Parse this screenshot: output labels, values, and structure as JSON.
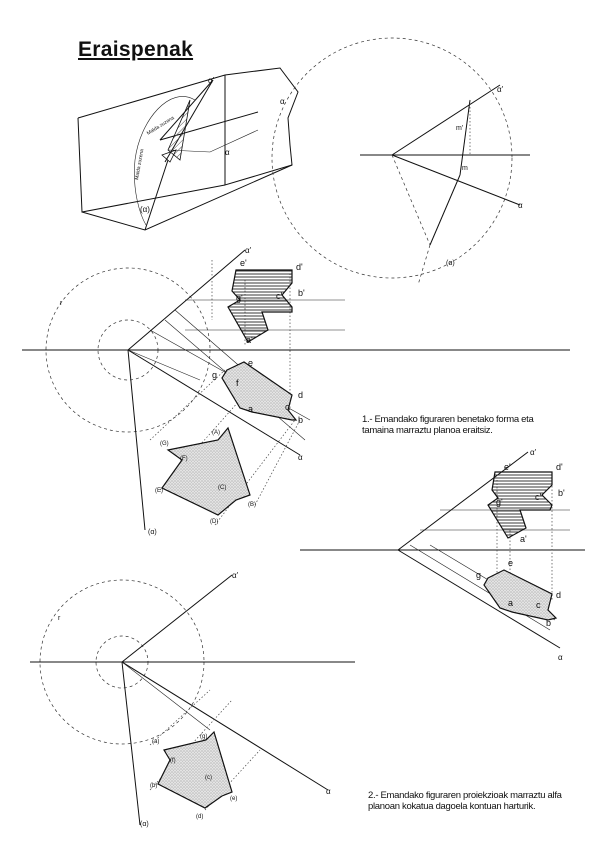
{
  "title": "Eraispenak",
  "exercise1": "1.- Emandako figuraren benetako forma eta tamaina marraztu planoa eraitsiz.",
  "exercise2": "2.- Emandako figuraren proiekzioak marraztu alfa planoan kokatua dagoela kontuan harturik.",
  "labels": {
    "alpha": "α",
    "alpha_prime": "α'",
    "alpha_paren": "(α)",
    "m_prime": "m'",
    "m": "m",
    "r": "r",
    "e_prime": "e'",
    "d_prime": "d'",
    "c_prime": "c'",
    "b_prime": "b'",
    "g_prime": "g'",
    "a_prime": "a'",
    "e": "e",
    "d": "d",
    "c": "c",
    "b": "b",
    "g": "g",
    "f": "f",
    "a": "a",
    "A": "(A)",
    "B": "(B)",
    "C": "(C)",
    "D": "(D)",
    "E": "(E)",
    "F": "(F)",
    "G": "(G)",
    "a_paren": "(a)",
    "b_paren": "(b)",
    "c_paren": "(c)",
    "d_paren": "(d)",
    "e_paren": "(e)",
    "f_paren": "(f)",
    "g_paren": "(g)",
    "axis_label": "Malda zuzena",
    "axis_label2": "Malda zuzena"
  }
}
